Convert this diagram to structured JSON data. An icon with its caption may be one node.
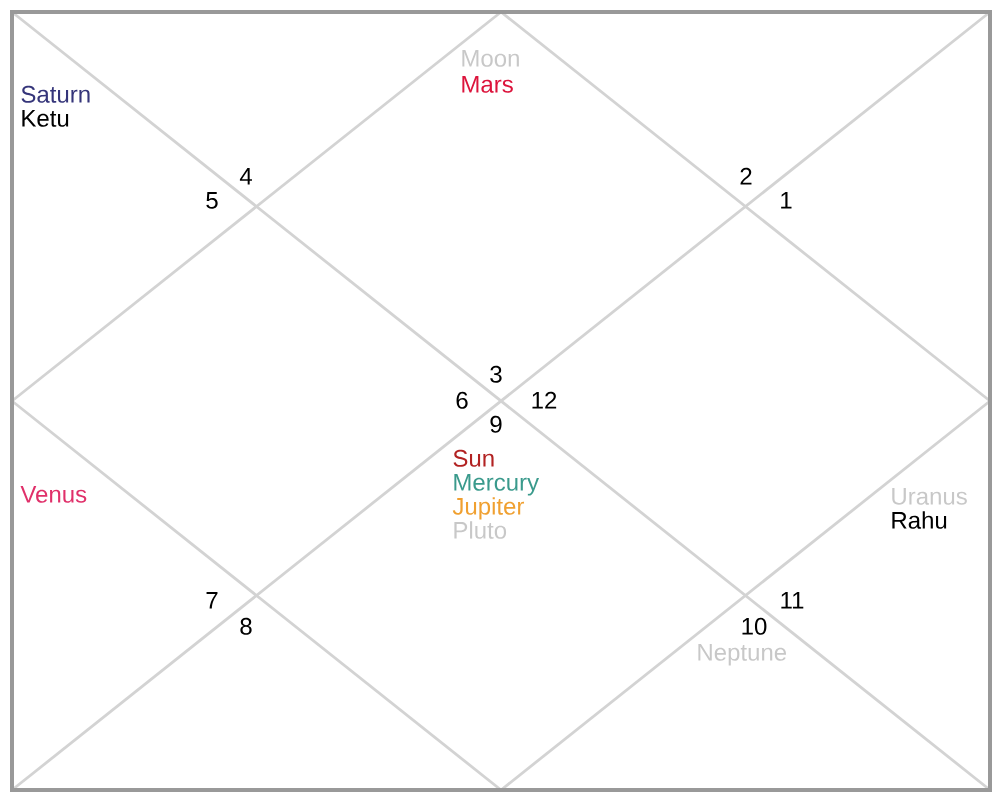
{
  "diagram": {
    "labels": [
      "Moon",
      "Mars",
      "Saturn",
      "Ketu",
      "4",
      "2",
      "5",
      "1",
      "3",
      "6",
      "12",
      "9",
      "Sun",
      "Mercury",
      "Venus",
      "Uranus",
      "Jupiter",
      "Rahu",
      "Pluto",
      "7",
      "11",
      "8",
      "10",
      "Neptune"
    ]
  }
}
